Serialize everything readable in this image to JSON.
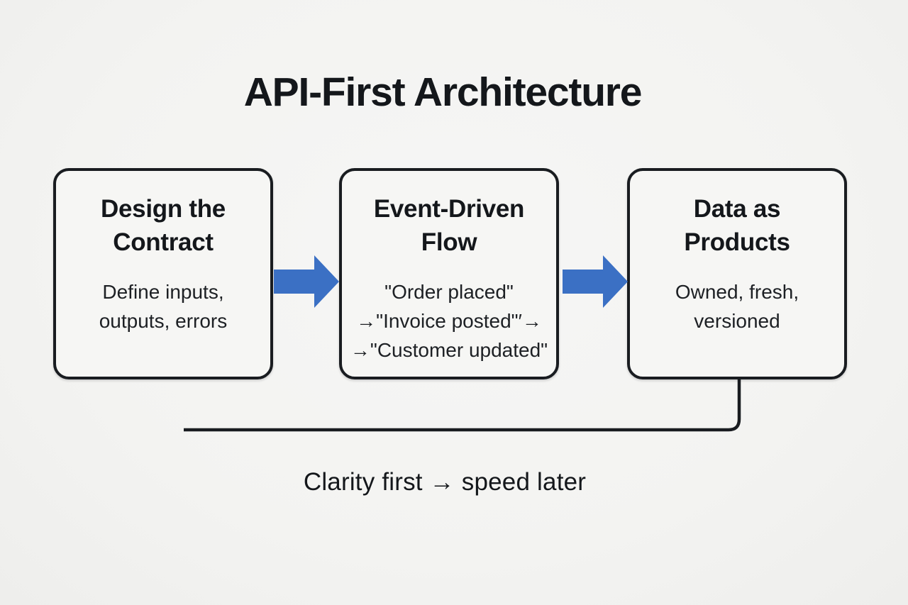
{
  "title": "API-First Architecture",
  "boxes": [
    {
      "title": "Design the Contract",
      "body_lines": [
        "Define inputs,",
        "outputs, errors"
      ]
    },
    {
      "title": "Event-Driven Flow",
      "body_lines": [
        "\"Order placed\"",
        "→\"Invoice posted\"′→",
        "→\"Customer updated\""
      ]
    },
    {
      "title": "Data as Products",
      "body_lines": [
        "Owned, fresh,",
        "versioned"
      ]
    }
  ],
  "caption": "Clarity first → speed later",
  "colors": {
    "background": "#f4f4f2",
    "box_fill": "#f6f6f4",
    "stroke_dark": "#191c20",
    "text_dark": "#14171b",
    "body_text": "#1d2024",
    "arrow_blue": "#3b70c4"
  }
}
